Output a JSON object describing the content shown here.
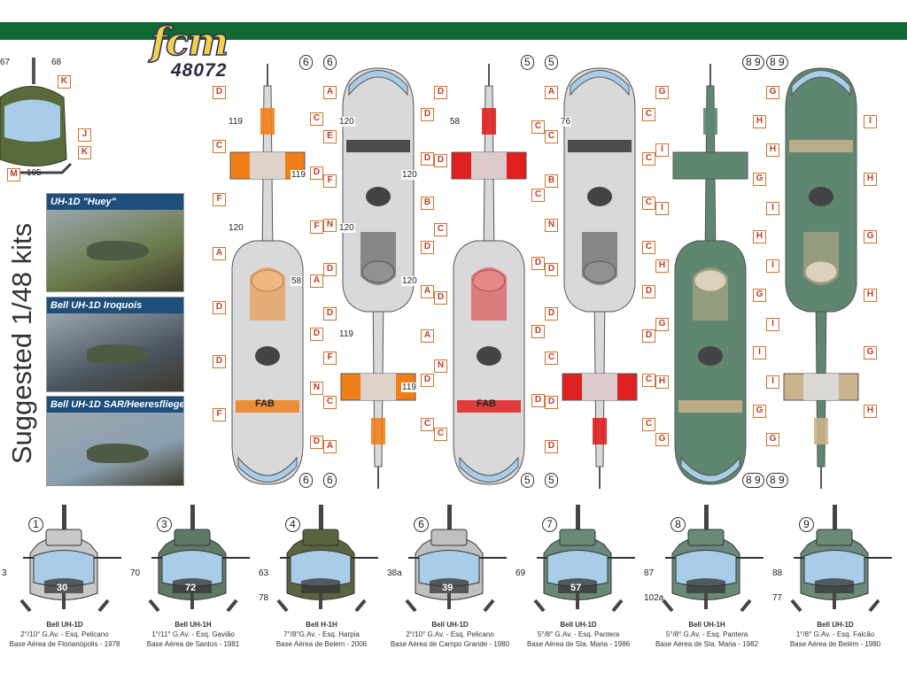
{
  "logo": {
    "brand": "fcm",
    "code": "48072"
  },
  "sidebar_title": "Suggested 1/48 kits",
  "kits": [
    {
      "title": "UH-1D \"Huey\"",
      "bg": "#6b7a4a"
    },
    {
      "title": "Bell UH-1D Iroquois",
      "bg": "#4a5560"
    },
    {
      "title": "Bell UH-1D SAR/Heeresflieger",
      "bg": "#8aa0b0"
    }
  ],
  "top_views": [
    {
      "number": "6",
      "scheme": "silver",
      "labels": [
        "D",
        "C",
        "C",
        "D",
        "F",
        "F",
        "A",
        "A",
        "D",
        "D",
        "D",
        "N",
        "F",
        "D"
      ],
      "codes": [
        "119",
        "119",
        "120",
        "58"
      ],
      "serial": "FAB"
    },
    {
      "number": "6",
      "scheme": "silver-dark",
      "labels": [
        "A",
        "D",
        "E",
        "D",
        "F",
        "B",
        "N",
        "D",
        "D",
        "A",
        "D",
        "A",
        "F",
        "D",
        "C",
        "C",
        "A"
      ],
      "codes": [
        "120",
        "120",
        "120",
        "120",
        "119",
        "119"
      ]
    },
    {
      "number": "5",
      "scheme": "silver-red",
      "labels": [
        "D",
        "C",
        "D",
        "C",
        "C",
        "D",
        "D",
        "D",
        "N",
        "D",
        "C"
      ],
      "codes": [
        "58"
      ],
      "serial": "FAB"
    },
    {
      "number": "5",
      "scheme": "dark-red",
      "labels": [
        "A",
        "C",
        "C",
        "C",
        "B",
        "C",
        "N",
        "C",
        "D",
        "D",
        "D",
        "D",
        "C",
        "C",
        "D",
        "C",
        "D"
      ],
      "codes": [
        "76"
      ]
    },
    {
      "number": "8 9",
      "scheme": "camo",
      "labels": [
        "G",
        "H",
        "I",
        "G",
        "I",
        "H",
        "H",
        "G",
        "G",
        "I",
        "H",
        "G",
        "G"
      ]
    },
    {
      "number": "8 9",
      "scheme": "camo-flip",
      "labels": [
        "G",
        "I",
        "H",
        "H",
        "I",
        "G",
        "I",
        "H",
        "I",
        "G",
        "I",
        "H",
        "G"
      ]
    }
  ],
  "partial_front": {
    "codes": [
      "67",
      "68",
      "105"
    ],
    "labels": [
      "K",
      "J",
      "K",
      "M"
    ]
  },
  "front_views": [
    {
      "number": "1",
      "code": "30",
      "side_code": "3",
      "body": "#c8c8c8",
      "model": "Bell UH-1D",
      "unit": "2°/10° G.Av. - Esq. Pelicano",
      "base": "Base Aérea de Florianópolis - 1978"
    },
    {
      "number": "3",
      "code": "72",
      "side_code": "70",
      "body": "#5e7a66",
      "model": "Bell UH-1H",
      "unit": "1°/11° G.Av. - Esq. Gavião",
      "base": "Base Aérea de Santos - 1981"
    },
    {
      "number": "4",
      "code": "",
      "side_code": "63",
      "side_code2": "78",
      "body": "#5a6440",
      "model": "Bell H-1H",
      "unit": "7°/8°G.Av. - Esq. Harpia",
      "base": "Base Aérea de Belem - 2006"
    },
    {
      "number": "6",
      "code": "39",
      "side_code": "38a",
      "body": "#c0c0c0",
      "model": "Bell UH-1D",
      "unit": "2°/10° G.Av. - Esq. Pelicano",
      "base": "Base Aérea de Campo Grande - 1980"
    },
    {
      "number": "7",
      "code": "57",
      "side_code": "69",
      "body": "#6a8a78",
      "model": "Bell UH-1D",
      "unit": "5°/8° G.Av. - Esq. Pantera",
      "base": "Base Aérea de Sta. Maria - 1986"
    },
    {
      "number": "8",
      "code": "",
      "side_code": "87",
      "side_code2": "102a",
      "body": "#6a8a78",
      "model": "Bell UH-1H",
      "unit": "5°/8° G.Av. - Esq. Pantera",
      "base": "Base Aérea de Sta. Maria - 1982"
    },
    {
      "number": "9",
      "code": "",
      "side_code": "88",
      "side_code2": "77",
      "body": "#6a8a78",
      "model": "Bell UH-1D",
      "unit": "1°/8° G.Av. - Esq. Falcão",
      "base": "Base Aérea de Belém - 1980"
    }
  ],
  "colors": {
    "brand_green": "#0f6b33",
    "label_border": "#d0742a",
    "label_text": "#c0392b"
  }
}
